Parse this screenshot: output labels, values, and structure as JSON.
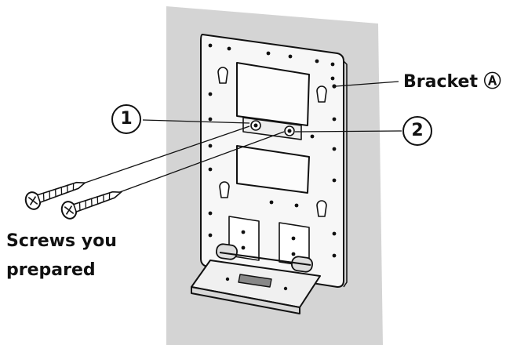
{
  "labels": {
    "bracket": "Bracket Ⓐ",
    "screws_line1": "Screws you",
    "screws_line2": "prepared"
  },
  "callouts": {
    "one": "1",
    "two": "2"
  },
  "colors": {
    "wall": "#d4d4d4",
    "bracket_fill": "#f7f7f7",
    "line": "#111111"
  }
}
